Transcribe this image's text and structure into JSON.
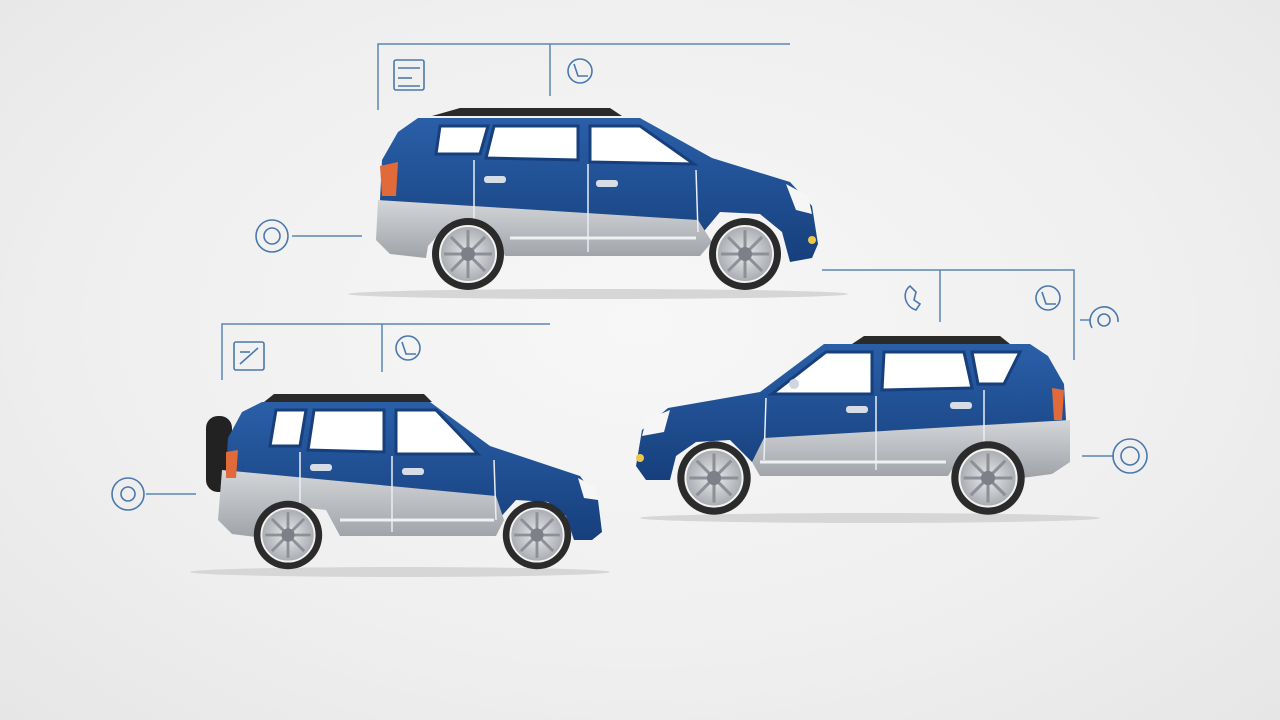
{
  "colors": {
    "background": "#f0f0f0",
    "body_blue": "#1f4f93",
    "body_blue_dark": "#16396d",
    "body_silver": "#b9bcc0",
    "window_glass": "#ffffff",
    "tail_light": "#e06a3a",
    "tire": "#2b2b2b",
    "rim": "#c9ccd0",
    "annotation_line": "#5a86b8"
  },
  "vehicles": [
    {
      "name": "suv-long-facing-right",
      "icon": "car-side-icon"
    },
    {
      "name": "suv-compact-with-spare-tire",
      "icon": "car-side-icon"
    },
    {
      "name": "suv-facing-left",
      "icon": "car-side-icon"
    }
  ],
  "annotation_icons": [
    "door-panel-icon",
    "seat-icon",
    "wheel-icon",
    "door-icon",
    "seat-icon",
    "wheel-icon",
    "phone-icon",
    "seat-icon",
    "wheel-icon",
    "wheel-icon"
  ]
}
